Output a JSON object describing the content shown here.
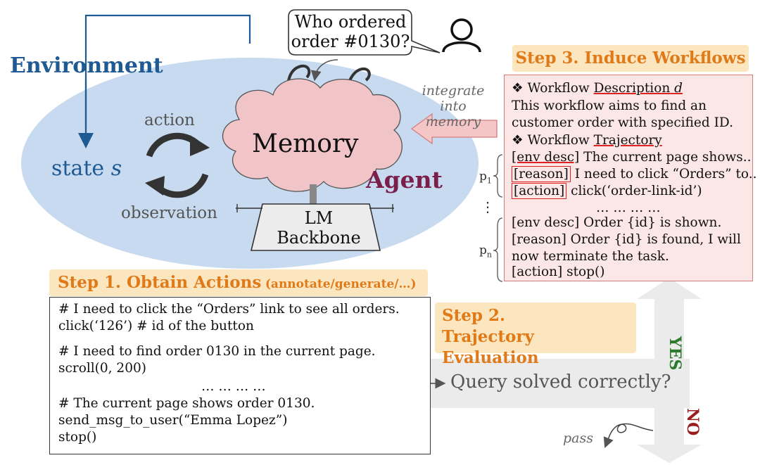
{
  "environment": {
    "title": "Environment",
    "state_label": "state",
    "state_var": "s"
  },
  "loop": {
    "action_label": "action",
    "observation_label": "observation"
  },
  "agent": {
    "label": "Agent",
    "memory_label": "Memory",
    "lm_line1": "LM",
    "lm_line2": "Backbone"
  },
  "speech": {
    "line1": "Who ordered",
    "line2": "order #0130?"
  },
  "integrate": {
    "line1": "integrate into",
    "line2": "memory"
  },
  "step3": {
    "title": "Step 3. Induce Workflows",
    "wf_desc_prefix": "❖ Workflow ",
    "wf_desc_word": "Description",
    "wf_desc_var": "d",
    "desc_line1": "This workflow aims to find an",
    "desc_line2": "customer order with specified ID.",
    "wf_traj_prefix": "❖ Workflow ",
    "wf_traj_word": "Trajectory",
    "t1_tag": "[env desc]",
    "t1_text": " The current page shows..",
    "t2_tag": "[reason]",
    "t2_text": " I need to click “Orders” to..",
    "t3_tag": "[action]",
    "t3_text": " click(‘order-link-id’)",
    "ellipsis": "… … … …",
    "t4": "[env desc] Order {id} is shown.",
    "t5": "[reason] Order {id} is found, I will",
    "t6": "now terminate the task.",
    "t7": "[action] stop()",
    "p1_label": "p",
    "p1_sub": "1",
    "pn_label": "p",
    "pn_sub": "n",
    "vdots": "⋮"
  },
  "step1": {
    "title_main": "Step 1. Obtain Actions",
    "title_sub": "(annotate/generate/…)",
    "code": [
      "# I need to click the “Orders” link to see all orders.",
      "click(‘126’) # id of the button",
      "# I need to find order 0130 in the current page.",
      "scroll(0, 200)",
      "… … … …",
      "# The current page shows order 0130.",
      "send_msg_to_user(“Emma Lopez”)",
      "stop()"
    ]
  },
  "step2": {
    "line1": "Step 2.",
    "line2": "Trajectory Evaluation"
  },
  "decision": {
    "query": "Query solved correctly?",
    "yes": "YES",
    "no": "NO",
    "pass": "pass"
  },
  "colors": {
    "env_blue": "#1f5a93",
    "step_orange": "#e07a18",
    "step_bg": "#fbe6c0",
    "agent_maroon": "#7b1e4a",
    "yes_green": "#2d7a2d",
    "no_red": "#9b1c1c",
    "panel_pink": "#fce7e7"
  }
}
